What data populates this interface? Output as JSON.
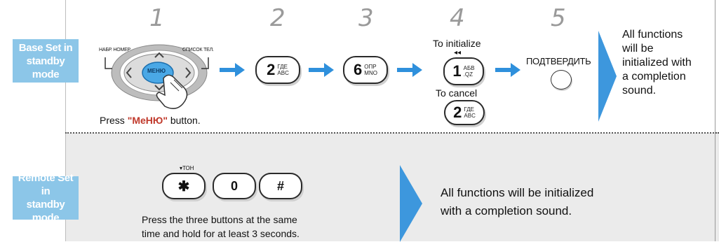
{
  "colors": {
    "label_bg": "#8cc6e8",
    "arrow": "#2f90dc",
    "accent_chevron": "#3d97dd",
    "menu_blue": "#4aa8e6",
    "step_gray": "#9a9a9a"
  },
  "sections": {
    "base": {
      "label_line1": "Base Set in",
      "label_line2": "standby mode"
    },
    "remote": {
      "label_line1": "Remote Set in",
      "label_line2": "standby mode"
    }
  },
  "steps": [
    "1",
    "2",
    "3",
    "4",
    "5"
  ],
  "navpad": {
    "left_label": "НАБР. НОМЕР",
    "right_label": "СПИСОК ТЕЛ.",
    "center_label": "МЕНЮ"
  },
  "base_instructions": {
    "press_menu_prefix": "Press ",
    "press_menu_word": "\"МеНЮ\"",
    "press_menu_suffix": " button.",
    "to_initialize": "To initialize",
    "to_cancel": "To cancel",
    "confirm_label": "ПОДТВЕРДИТЬ",
    "result_line1": "All functions",
    "result_line2": "will be",
    "result_line3": "initialized with",
    "result_line4": "a completion",
    "result_line5": "sound."
  },
  "keys": {
    "k2": {
      "digit": "2",
      "top": "ГДЕ",
      "bottom": "ABC"
    },
    "k6": {
      "digit": "6",
      "top": "ОПР",
      "bottom": "MNO"
    },
    "k1": {
      "digit": "1",
      "top": "АБВ",
      "bottom": ".QZ",
      "icon": "◂◂"
    },
    "k2b": {
      "digit": "2",
      "top": "ГДЕ",
      "bottom": "ABC"
    },
    "star": {
      "digit": "✱",
      "top": "▾ТОН"
    },
    "zero": {
      "digit": "0"
    },
    "hash": {
      "digit": "#"
    }
  },
  "remote_instructions": {
    "press_line1": "Press the three buttons at the same",
    "press_line2": "time and hold for at least 3 seconds.",
    "result_line1": "All functions will be initialized",
    "result_line2": "with a completion sound."
  }
}
